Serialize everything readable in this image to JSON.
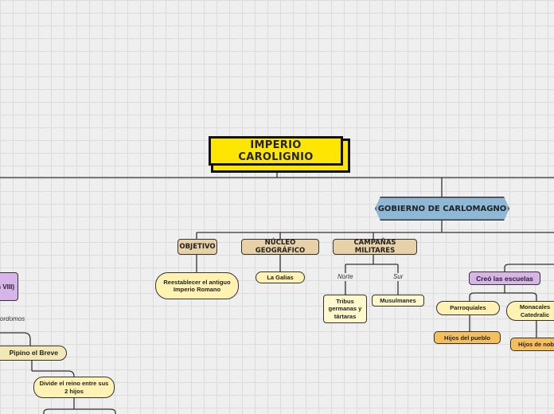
{
  "colors": {
    "title_bg": "#ffe600",
    "main_branch_bg": "#8fb8d6",
    "category_bg": "#e8d1a6",
    "leaf_bg": "#fff2b3",
    "school_bg": "#d7b5e8",
    "result_bg": "#f7bf5c",
    "line": "#333333"
  },
  "nodes": {
    "title": "IMPERIO CAROLIGNIO",
    "gov": "GOBIERNO DE CARLOMAGNO",
    "objetivo": "OBJETIVO",
    "nucleo": "NÚCLEO GEOGRÁFICO",
    "campanas": "CAMPAÑAS MILITARES",
    "objetivo_desc": "Reestablecer el antiguo Imperio Romano",
    "galias": "La Galias",
    "norte": "Norte",
    "sur": "Sur",
    "tribus": "Tribus germanas y tártaras",
    "musulmanes": "Musulmanes",
    "escuelas": "Creó las escuelas",
    "parroquiales": "Parroquiales",
    "monacales": "Monacales Catedralic",
    "hijos_pueblo": "Hijos del pueblo",
    "hijos_nobles": "Hijos de nob",
    "left_box": "es VIII)",
    "mayordomos": "ordomos",
    "pipino": "Pipino el Breve",
    "divide": "Divide el reino entre sus 2 hijos"
  }
}
